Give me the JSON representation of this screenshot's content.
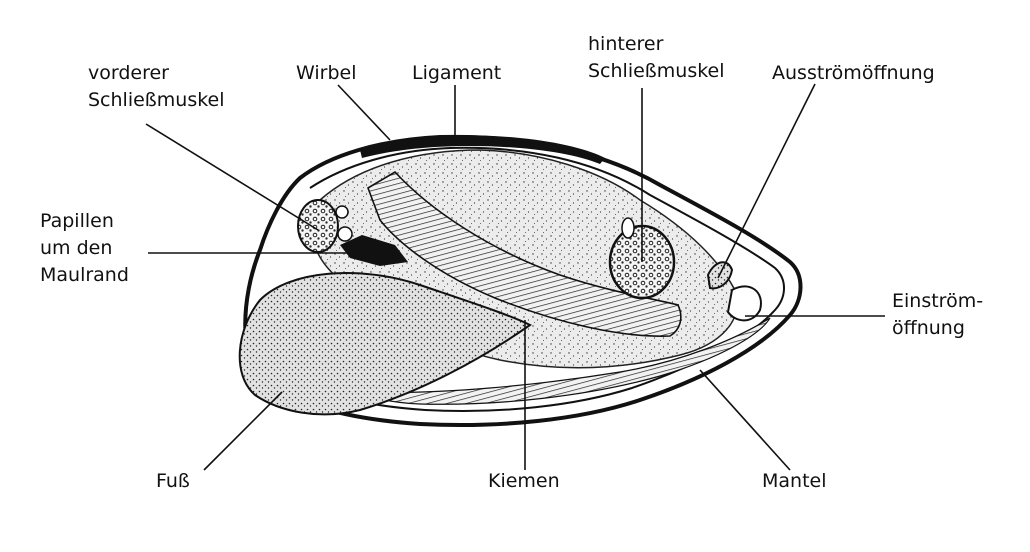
{
  "labels": {
    "vorderer_schliessmuskel": [
      "vorderer",
      "Schließmuskel"
    ],
    "wirbel": "Wirbel",
    "ligament": "Ligament",
    "hinterer_schliessmuskel": [
      "hinterer",
      "Schließmuskel"
    ],
    "ausstroemoeffnung": "Ausströmöffnung",
    "papillen": [
      "Papillen",
      "um den",
      "Maulrand"
    ],
    "einstroemoeffnung": [
      "Einström-",
      "öffnung"
    ],
    "fuss": "Fuß",
    "kiemen": "Kiemen",
    "mantel": "Mantel"
  }
}
